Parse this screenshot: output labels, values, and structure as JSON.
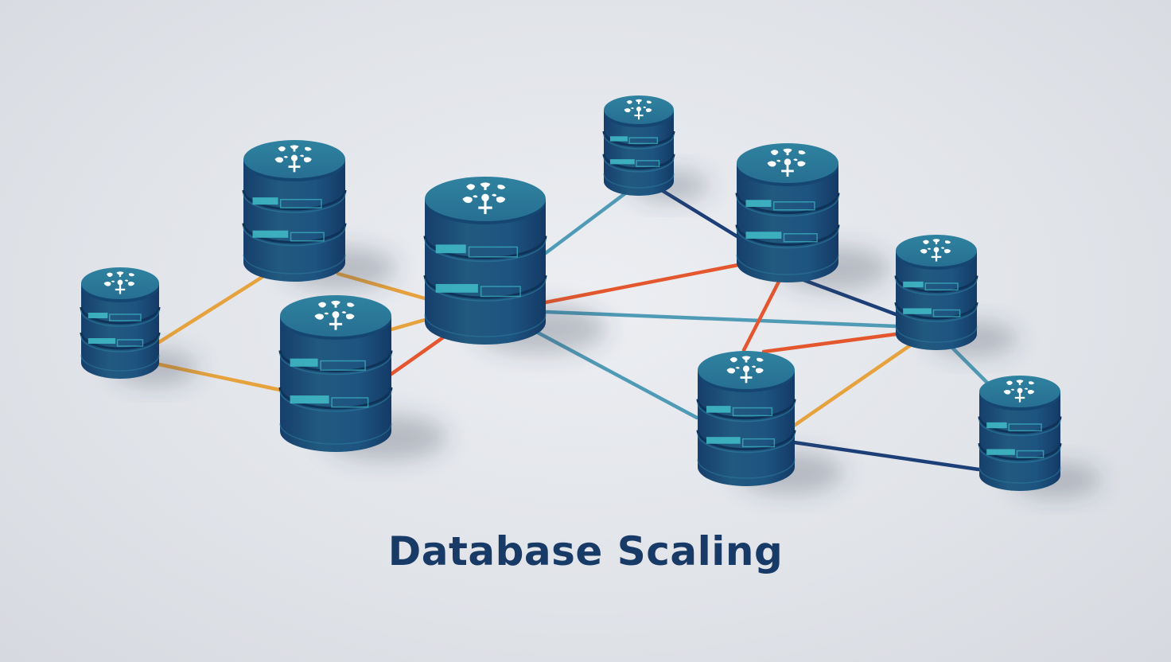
{
  "title": "Database Scaling",
  "colors": {
    "background": "#e3e6ea",
    "title": "#183a66",
    "cylinder_dark": "#1c4a7a",
    "cylinder_mid": "#2a6f92",
    "cylinder_top": "#2f7f9f",
    "cylinder_accent": "#3fb8c4",
    "icon": "#ffffff",
    "link_orange": "#e6a23c",
    "link_red": "#e4572e",
    "link_teal": "#4f9ab5",
    "link_navy": "#1d3f78"
  },
  "nodes": [
    {
      "id": "n1",
      "name": "database-node-far-left",
      "icon": "node-cluster-icon"
    },
    {
      "id": "n2",
      "name": "database-node-upper-left",
      "icon": "node-cluster-icon"
    },
    {
      "id": "n3",
      "name": "database-node-lower-left",
      "icon": "node-cluster-icon"
    },
    {
      "id": "n4",
      "name": "database-node-center",
      "icon": "node-cluster-icon"
    },
    {
      "id": "n5",
      "name": "database-node-top",
      "icon": "node-cluster-icon"
    },
    {
      "id": "n6",
      "name": "database-node-upper-right",
      "icon": "node-cluster-icon"
    },
    {
      "id": "n7",
      "name": "database-node-right",
      "icon": "node-cluster-icon"
    },
    {
      "id": "n8",
      "name": "database-node-lower-center-right",
      "icon": "node-cluster-icon"
    },
    {
      "id": "n9",
      "name": "database-node-far-right",
      "icon": "node-cluster-icon"
    }
  ],
  "links": [
    {
      "from": "n1",
      "to": "n2",
      "color": "link_orange"
    },
    {
      "from": "n1",
      "to": "n3",
      "color": "link_orange"
    },
    {
      "from": "n2",
      "to": "n4",
      "color": "link_orange"
    },
    {
      "from": "n3",
      "to": "n4",
      "color": "link_orange"
    },
    {
      "from": "n3",
      "to": "n4",
      "color": "link_red"
    },
    {
      "from": "n4",
      "to": "n5",
      "color": "link_teal"
    },
    {
      "from": "n4",
      "to": "n6",
      "color": "link_red"
    },
    {
      "from": "n4",
      "to": "n7",
      "color": "link_teal"
    },
    {
      "from": "n4",
      "to": "n8",
      "color": "link_teal"
    },
    {
      "from": "n5",
      "to": "n6",
      "color": "link_navy"
    },
    {
      "from": "n6",
      "to": "n7",
      "color": "link_navy"
    },
    {
      "from": "n6",
      "to": "n8",
      "color": "link_red"
    },
    {
      "from": "n7",
      "to": "n8",
      "color": "link_red"
    },
    {
      "from": "n7",
      "to": "n8",
      "color": "link_orange"
    },
    {
      "from": "n7",
      "to": "n9",
      "color": "link_teal"
    },
    {
      "from": "n8",
      "to": "n9",
      "color": "link_navy"
    }
  ]
}
